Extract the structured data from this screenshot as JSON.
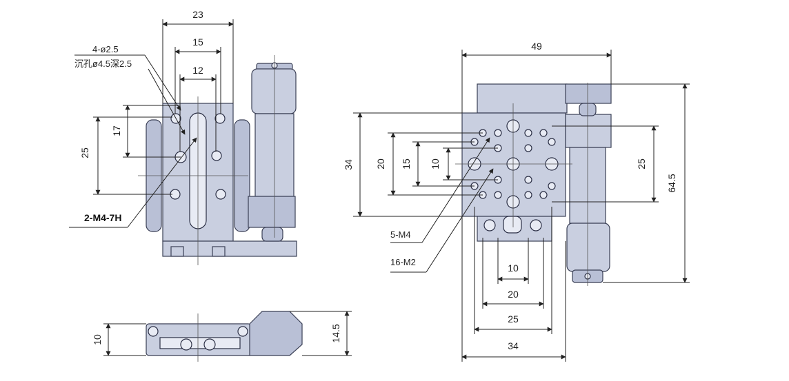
{
  "drawing": {
    "left_view": {
      "dims": {
        "width_overall": "23",
        "width_mid": "15",
        "width_inner": "12",
        "height_17": "17",
        "height_25": "25"
      },
      "annotations": {
        "hole_spec_1": "4-ø2.5",
        "hole_spec_2": "沉孔ø4.5深2.5",
        "tapped_holes": "2-M4-7H"
      }
    },
    "bottom_view": {
      "dims": {
        "height_10": "10",
        "height_14_5": "14.5"
      }
    },
    "right_view": {
      "dims": {
        "width_49": "49",
        "height_34": "34",
        "height_20": "20",
        "height_15": "15",
        "height_10": "10",
        "height_25": "25",
        "height_64_5": "64.5",
        "bottom_10": "10",
        "bottom_20": "20",
        "bottom_25": "25",
        "bottom_34": "34"
      },
      "annotations": {
        "m4_holes": "5-M4",
        "m2_holes": "16-M2"
      }
    }
  }
}
